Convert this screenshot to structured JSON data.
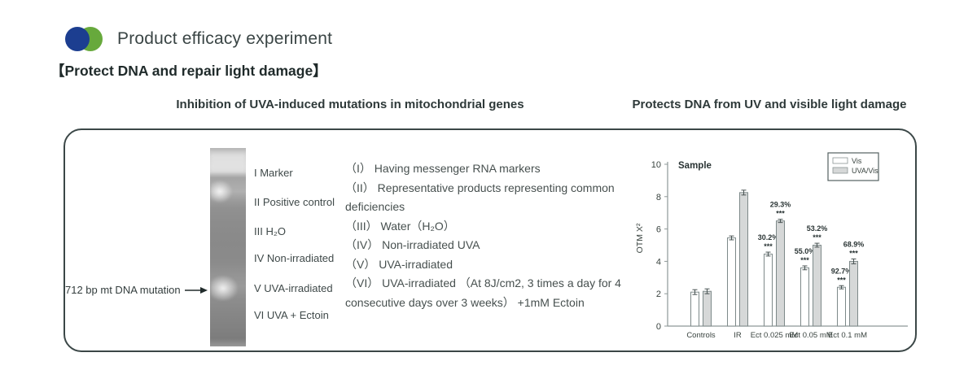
{
  "header": {
    "title": "Product efficacy experiment",
    "logo_colors": {
      "blue": "#1c3e90",
      "green": "#67a93c"
    }
  },
  "section_heading": "【Protect DNA and repair light damage】",
  "panels": {
    "left_title": "Inhibition of UVA-induced mutations in mitochondrial genes",
    "right_title": "Protects DNA from UV and visible light damage"
  },
  "gel": {
    "arrow_label": "712 bp mt DNA mutation",
    "lanes": [
      "I Marker",
      "II Positive control",
      "III H₂O",
      "IV Non-irradiated",
      "V UVA-irradiated",
      "VI UVA + Ectoin"
    ]
  },
  "notes": [
    "（I） Having messenger RNA markers",
    "（II） Representative products representing common deficiencies",
    "（III） Water（H₂O）",
    "（IV） Non-irradiated UVA",
    "（V） UVA-irradiated",
    "（VI） UVA-irradiated （At 8J/cm2, 3 times a day for 4 consecutive days over 3 weeks） +1mM Ectoin"
  ],
  "chart_data": {
    "type": "bar",
    "title": "Sample",
    "ylabel": "OTM X²",
    "ylim": [
      0,
      10
    ],
    "yticks": [
      0,
      2,
      4,
      6,
      8,
      10
    ],
    "grid": false,
    "legend_position": "top-right",
    "significance": "***",
    "categories": [
      "Controls",
      "IR",
      "Ect 0.025 mM",
      "Ect 0.05 mM",
      "Ect 0.1 mM"
    ],
    "series": [
      {
        "name": "Vis",
        "fill": "#ffffff",
        "values": [
          2.1,
          5.45,
          4.45,
          3.6,
          2.4
        ],
        "errors": [
          0.15,
          0.12,
          0.12,
          0.12,
          0.1
        ],
        "annotations": [
          null,
          null,
          "30.2%",
          "55.0%",
          "92.7%"
        ]
      },
      {
        "name": "UVA/Vis",
        "fill": "#d6d8d8",
        "values": [
          2.15,
          8.25,
          6.5,
          5.0,
          4.0
        ],
        "errors": [
          0.15,
          0.15,
          0.1,
          0.12,
          0.15
        ],
        "annotations": [
          null,
          null,
          "29.3%",
          "53.2%",
          "68.9%"
        ]
      }
    ]
  }
}
